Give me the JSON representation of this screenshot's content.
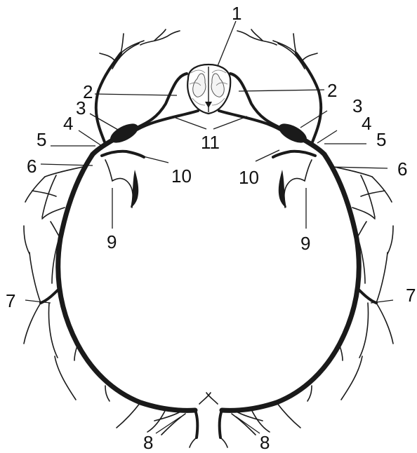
{
  "figure": {
    "labels": {
      "top": "1",
      "left_2": "2",
      "right_2": "2",
      "left_3": "3",
      "right_3": "3",
      "left_4": "4",
      "right_4": "4",
      "left_5": "5",
      "right_5": "5",
      "left_6": "6",
      "right_6": "6",
      "left_7": "7",
      "right_7": "7",
      "left_8": "8",
      "right_8": "8",
      "left_9": "9",
      "right_9": "9",
      "left_10": "10",
      "right_10": "10",
      "center_11": "11"
    }
  }
}
